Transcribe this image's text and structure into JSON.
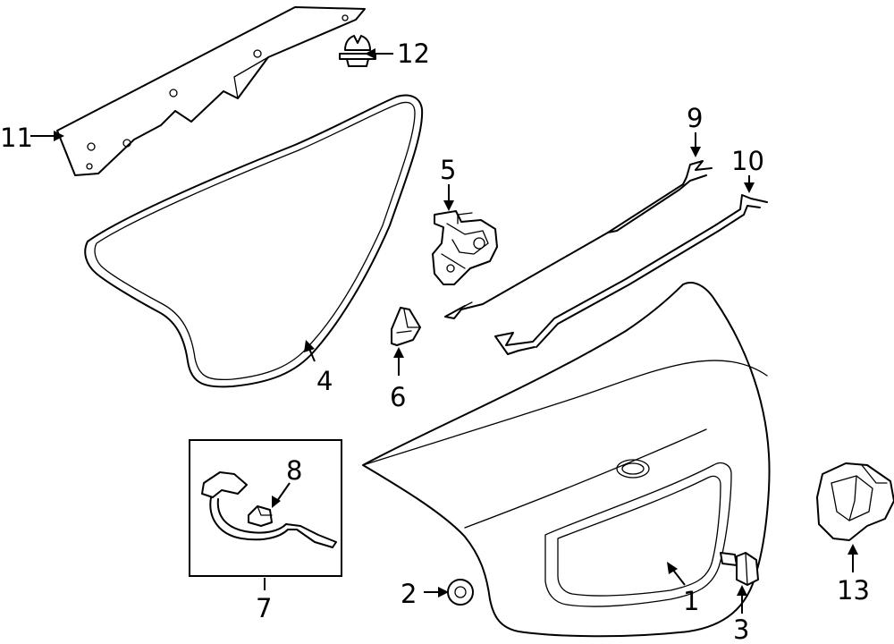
{
  "diagram": {
    "callouts": [
      {
        "id": "1",
        "label": "1",
        "part": "trunk-lid"
      },
      {
        "id": "2",
        "label": "2",
        "part": "grommet"
      },
      {
        "id": "3",
        "label": "3",
        "part": "bumper-stop"
      },
      {
        "id": "4",
        "label": "4",
        "part": "weatherstrip-seal"
      },
      {
        "id": "5",
        "label": "5",
        "part": "lock-latch"
      },
      {
        "id": "6",
        "label": "6",
        "part": "latch-cover"
      },
      {
        "id": "7",
        "label": "7",
        "part": "hinge-assembly"
      },
      {
        "id": "8",
        "label": "8",
        "part": "hinge-bumper"
      },
      {
        "id": "9",
        "label": "9",
        "part": "release-rod"
      },
      {
        "id": "10",
        "label": "10",
        "part": "lock-rod"
      },
      {
        "id": "11",
        "label": "11",
        "part": "panel-trim"
      },
      {
        "id": "12",
        "label": "12",
        "part": "push-pin-clip"
      },
      {
        "id": "13",
        "label": "13",
        "part": "lock-actuator"
      }
    ]
  }
}
